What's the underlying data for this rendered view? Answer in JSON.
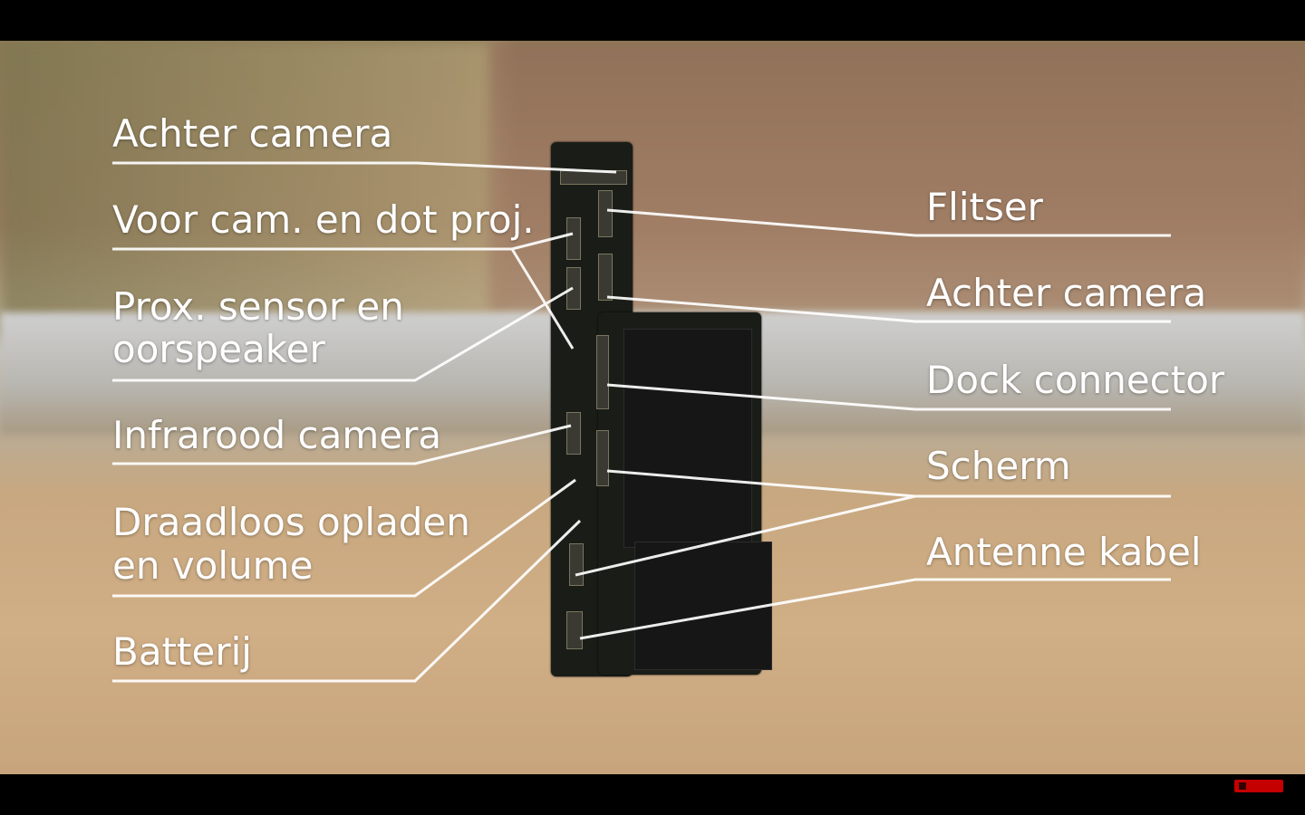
{
  "left_labels": {
    "achter_camera": "Achter camera",
    "voor_cam": "Voor cam. en dot proj.",
    "prox_1": "Prox. sensor en",
    "prox_2": "oorspeaker",
    "infrarood": "Infrarood camera",
    "draadloos_1": "Draadloos opladen",
    "draadloos_2": "en volume",
    "batterij": "Batterij"
  },
  "right_labels": {
    "flitser": "Flitser",
    "achter_camera": "Achter camera",
    "dock": "Dock connector",
    "scherm": "Scherm",
    "antenne": "Antenne kabel"
  },
  "colors": {
    "line": "#ffffff",
    "logo": "#c40000"
  }
}
